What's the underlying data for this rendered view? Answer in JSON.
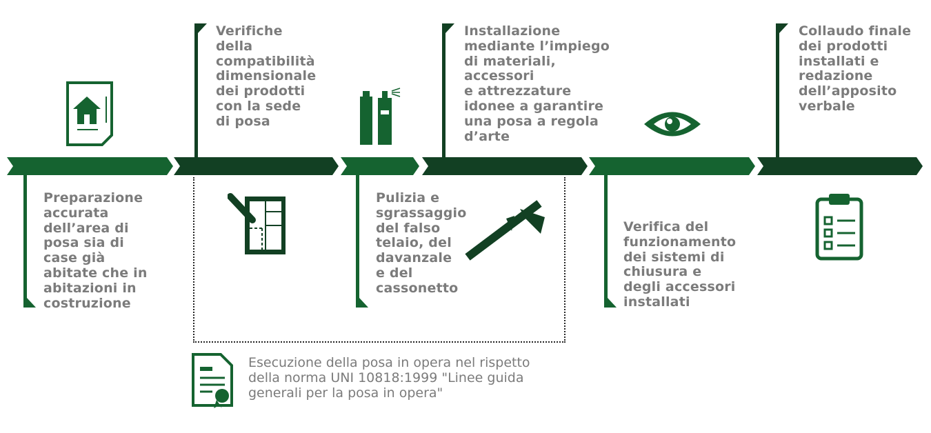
{
  "colors": {
    "light_green": "#156330",
    "dark_green": "#124023",
    "text": "#7b7b7b"
  },
  "steps": [
    {
      "text": "Preparazione\naccurata\ndell’area di\nposa sia di\ncase già\nabitate che in\nabitazioni in\ncostruzione",
      "icon": "house-plan-icon"
    },
    {
      "text": "Verifiche\ndella\ncompatibilità\ndimensionale\ndei prodotti\ncon la sede\ndi posa",
      "icon": "floor-plan-pencil-icon"
    },
    {
      "text": "Pulizia e\nsgrassaggio\ndel falso\ntelaio, del\ndavanzale\ne del\ncassonetto",
      "icon": "spray-cans-icon"
    },
    {
      "text": "Installazione\nmediante l’impiego\ndi materiali,\naccessori\ne attrezzature\nidonee a garantire\nuna posa a regola\nd’arte",
      "icon": "caliper-icon"
    },
    {
      "text": "Verifica del\nfunzionamento\ndei sistemi di\nchiusura e\ndegli accessori\ninstallati",
      "icon": "eye-icon"
    },
    {
      "text": "Collaudo finale\ndei prodotti\ninstallati e\nredazione\ndell’apposito\nverbale",
      "icon": "clipboard-checklist-icon"
    }
  ],
  "note": {
    "text": "Esecuzione della posa in opera nel rispetto\ndella norma UNI 10818:1999 \"Linee guida\ngenerali per la posa in opera\"",
    "icon": "certificate-icon"
  }
}
